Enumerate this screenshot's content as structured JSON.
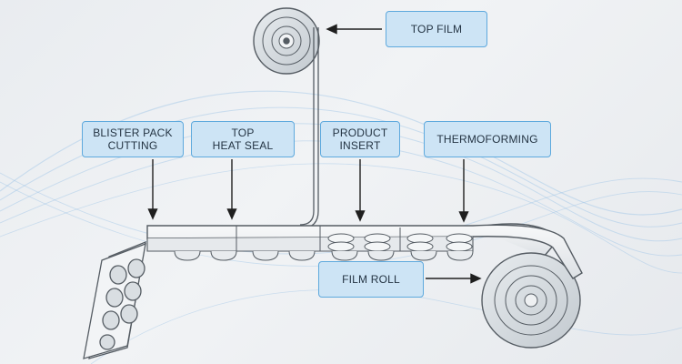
{
  "labels": {
    "top_film": "TOP FILM",
    "blister_pack_cutting": "BLISTER PACK\nCUTTING",
    "top_heat_seal": "TOP\nHEAT SEAL",
    "product_insert": "PRODUCT\nINSERT",
    "thermoforming": "THERMOFORMING",
    "film_roll": "FILM ROLL"
  },
  "colors": {
    "label_fill": "#cde4f5",
    "label_border": "#5ea9dd",
    "machine_stroke": "#555c63",
    "film_fill": "#eef0f2",
    "roll_fill": "#d6dbe0",
    "wave": "#9cc3e6"
  }
}
